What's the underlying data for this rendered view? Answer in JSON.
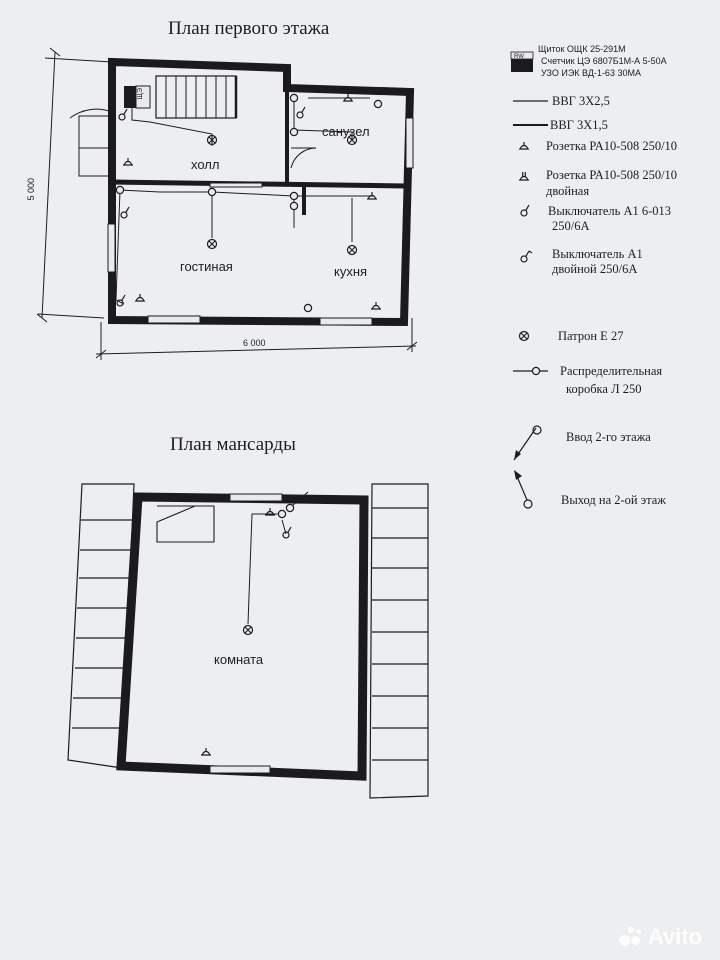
{
  "floor1": {
    "title": "План первого этажа",
    "rooms": {
      "hall": "холл",
      "bathroom": "санузел",
      "living": "гостиная",
      "kitchen": "кухня"
    },
    "panel_label": "ЩЭ",
    "dim_height": "5 000",
    "dim_width": "6 000"
  },
  "attic": {
    "title": "План мансарды",
    "room": "комната"
  },
  "legend": {
    "panel_icon_text": "RW",
    "panel_lines": [
      "Щиток ОЩК 25-291М",
      "Счетчик ЦЭ 6807Б1М-А 5-50А",
      "УЗО ИЭК ВД-1-63 30МА"
    ],
    "cable1": "ВВГ 3Х2,5",
    "cable2": "ВВГ 3Х1,5",
    "socket": "Розетка РА10-508 250/10",
    "double_socket_1": "Розетка РА10-508 250/10",
    "double_socket_2": "двойная",
    "switch_1": "Выключатель А1 6-013",
    "switch_2": "250/6А",
    "dswitch_1": "Выключатель А1",
    "dswitch_2": "двойной  250/6А",
    "lamp": "Патрон Е 27",
    "box_1": "Распределительная",
    "box_2": "коробка Л 250",
    "input": "Ввод 2-го этажа",
    "output": "Выход на 2-ой этаж"
  },
  "watermark": "Avito",
  "colors": {
    "paper": "#e9eaec",
    "ink": "#1d1d1f",
    "wall": "#1b1b1d"
  }
}
